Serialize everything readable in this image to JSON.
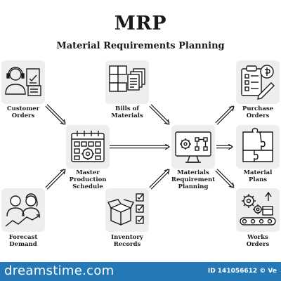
{
  "title": "MRP",
  "subtitle": "Material Requirements Planning",
  "nodes": {
    "customer_orders": {
      "label": [
        "Customer",
        "Orders"
      ],
      "icon": "customer-service-icon"
    },
    "bills_of_materials": {
      "label": [
        "Bills of",
        "Materials"
      ],
      "icon": "boxes-documents-icon"
    },
    "purchase_orders": {
      "label": [
        "Purchase",
        "Orders"
      ],
      "icon": "clipboard-pen-icon"
    },
    "master_production_schedule": {
      "label": [
        "Master",
        "Production",
        "Schedule"
      ],
      "icon": "calendar-gear-icon"
    },
    "materials_requirement_planning": {
      "label": [
        "Materials",
        "Requirement",
        "Planning"
      ],
      "icon": "monitor-gear-icon"
    },
    "material_plans": {
      "label": [
        "Material",
        "Plans"
      ],
      "icon": "puzzle-icon"
    },
    "forecast_demand": {
      "label": [
        "Forecast",
        "Demand"
      ],
      "icon": "people-chart-icon"
    },
    "inventory_records": {
      "label": [
        "Inventory",
        "Records"
      ],
      "icon": "box-checklist-icon"
    },
    "works_orders": {
      "label": [
        "Works",
        "Orders"
      ],
      "icon": "gears-conveyor-icon"
    }
  },
  "edges": [
    {
      "from": "customer_orders",
      "to": "master_production_schedule"
    },
    {
      "from": "forecast_demand",
      "to": "master_production_schedule"
    },
    {
      "from": "master_production_schedule",
      "to": "materials_requirement_planning"
    },
    {
      "from": "bills_of_materials",
      "to": "materials_requirement_planning"
    },
    {
      "from": "inventory_records",
      "to": "materials_requirement_planning"
    },
    {
      "from": "materials_requirement_planning",
      "to": "purchase_orders"
    },
    {
      "from": "materials_requirement_planning",
      "to": "material_plans"
    },
    {
      "from": "materials_requirement_planning",
      "to": "works_orders"
    }
  ],
  "footer": {
    "site": "dreamstime.com",
    "image_id": "ID 141056612 © Ve"
  },
  "colors": {
    "footer": "#2378b5",
    "icon_background": "#eeeeee",
    "ink": "#1a1a1a"
  }
}
